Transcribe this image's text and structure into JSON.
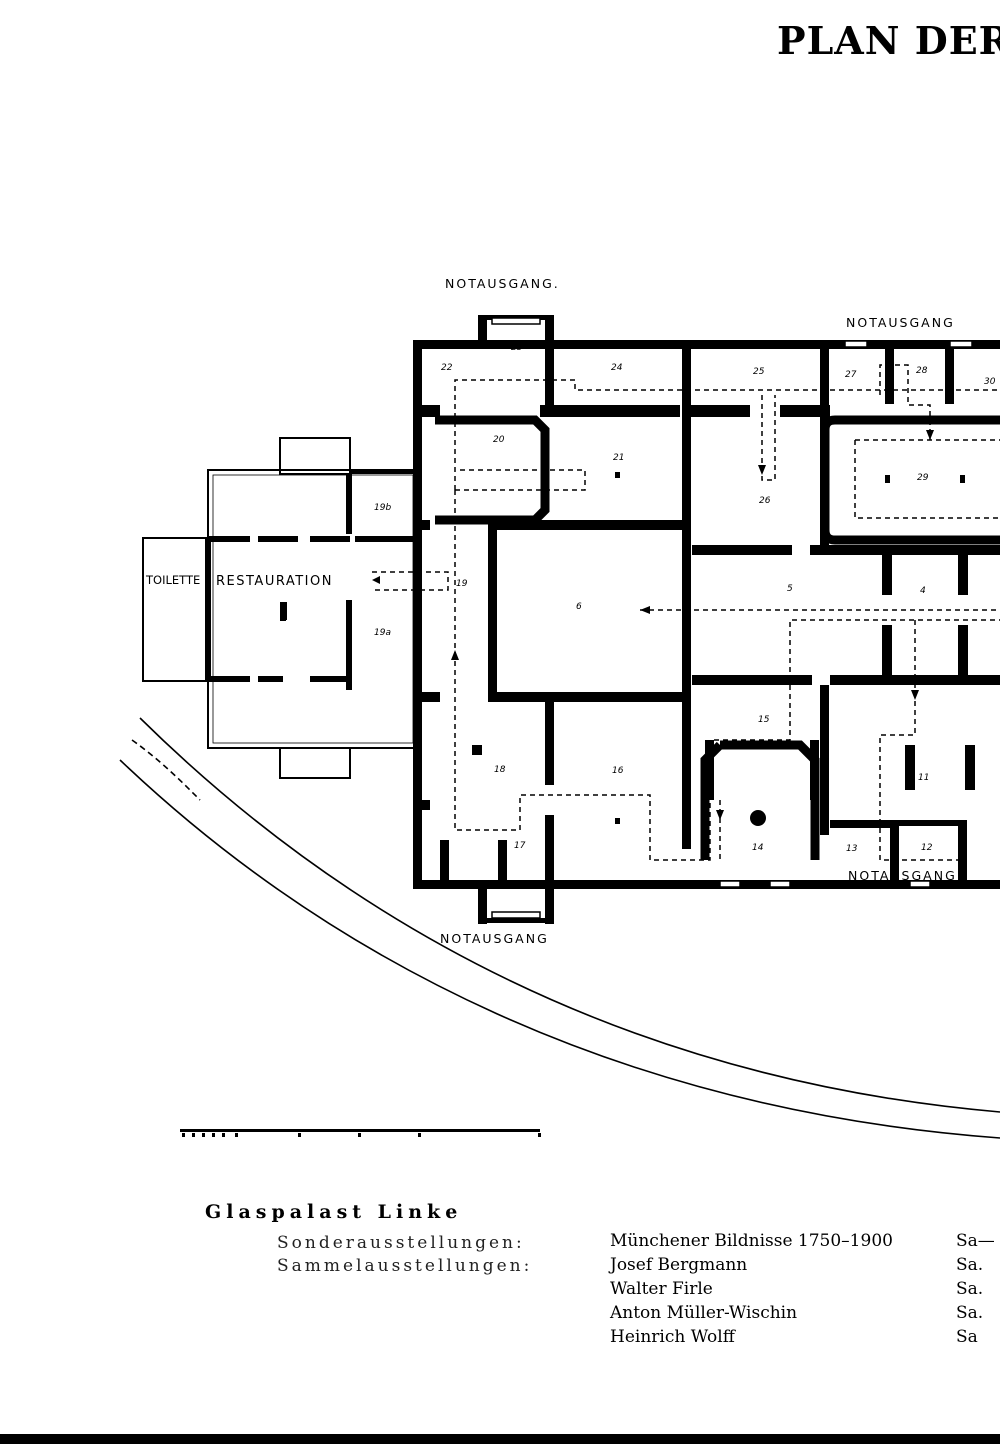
{
  "title": "PLAN DER",
  "labels": {
    "exit_top_left": "NOTAUSGANG.",
    "exit_top_right": "NOTAUSGANG",
    "exit_bottom_left": "NOTAUSGANG",
    "exit_bottom_right": "NOTAUSGANG",
    "toilette": "TOILETTE",
    "restauration": "RESTAURATION"
  },
  "rooms": [
    "22",
    "23",
    "24",
    "25",
    "27",
    "28",
    "30",
    "20",
    "21",
    "26",
    "29",
    "19b",
    "19",
    "19a",
    "6",
    "5",
    "4",
    "15",
    "18",
    "16",
    "11",
    "17",
    "14",
    "13",
    "12"
  ],
  "caption": {
    "heading": "Glaspalast Linke",
    "category_1": "Sonderausstellungen:",
    "category_2": "Sammelausstellungen:",
    "entries": [
      {
        "name": "Münchener Bildnisse 1750–1900",
        "sa": "Sa—"
      },
      {
        "name": "Josef Bergmann",
        "sa": "Sa."
      },
      {
        "name": "Walter Firle",
        "sa": "Sa."
      },
      {
        "name": "Anton Müller-Wischin",
        "sa": "Sa."
      },
      {
        "name": "Heinrich Wolff",
        "sa": "Sa"
      }
    ]
  }
}
